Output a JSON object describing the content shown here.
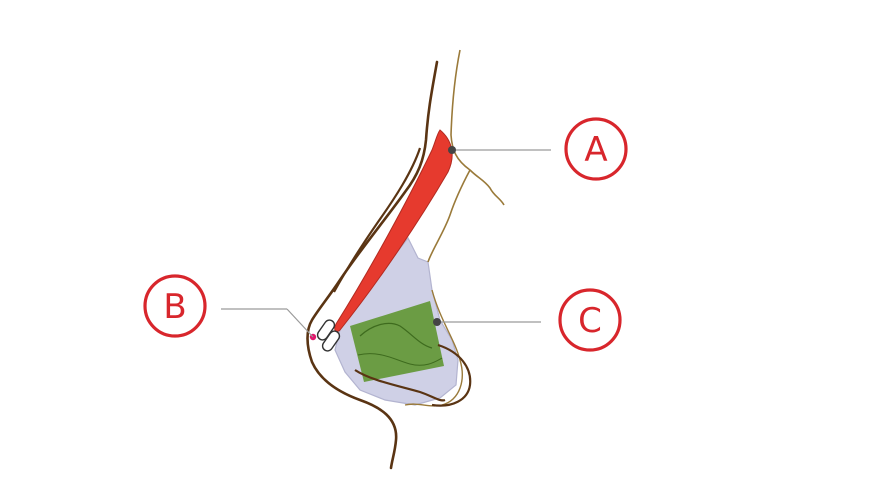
{
  "labels": {
    "a": "A",
    "b": "B",
    "c": "C"
  },
  "colors": {
    "skin_outline": "#5a3413",
    "bone_outline": "#9a7a3a",
    "implant_red": "#e63a2e",
    "cartilage_lavender": "#cfd0e6",
    "graft_green": "#5f9632",
    "callout_red": "#d8262c",
    "leader_line": "#9a9a9a",
    "marker_dot": "#444444",
    "marker_pink": "#e0186c"
  },
  "icons": [
    "callout-circle",
    "marker-dot"
  ]
}
